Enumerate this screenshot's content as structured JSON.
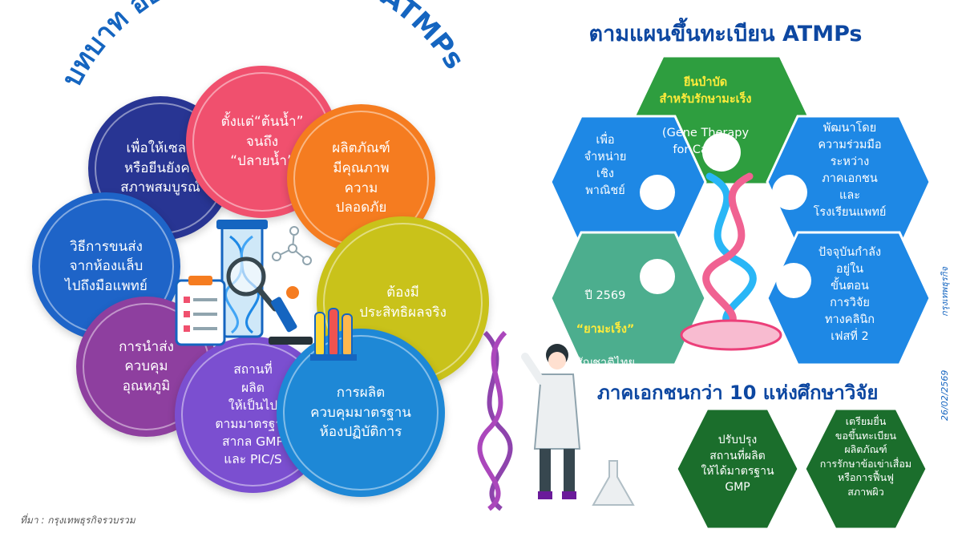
{
  "left": {
    "title": "บทบาท อย. ในการกำกับดูแล ATMPs",
    "circles": [
      {
        "text": "เพื่อให้เซลล์\nหรือยีนยังคง\nสภาพสมบูรณ์",
        "color": "#283593"
      },
      {
        "text": "ตั้งแต่“ต้นน้ำ”\nจนถึง\n“ปลายน้ำ”",
        "color": "#f0506e"
      },
      {
        "text": "ผลิตภัณฑ์\nมีคุณภาพ\nความ\nปลอดภัย",
        "color": "#f57c20"
      },
      {
        "text": "วิธีการขนส่ง\nจากห้องแล็บ\nไปถึงมือแพทย์",
        "color": "#1e64c8"
      },
      {
        "text": "ต้องมี\nประสิทธิผลจริง",
        "color": "#c9c21a"
      },
      {
        "text": "การนำส่ง\nควบคุม\nอุณหภูมิ",
        "color": "#8e3f9f"
      },
      {
        "text": "สถานที่\nผลิต\nให้เป็นไป\nตามมาตรฐาน\nสากล GMP\nและ PIC/S",
        "color": "#7b4fd0"
      },
      {
        "text": "การผลิต\nควบคุมมาตรฐาน\nห้องปฏิบัติการ",
        "color": "#1e88d6"
      }
    ]
  },
  "right": {
    "title": "ตามแผนขึ้นทะเบียน ATMPs",
    "hexes": {
      "top_highlight": "ยีนบำบัด\nสำหรับรักษามะเร็ง",
      "top_rest": "(Gene Therapy\nfor Cancer)",
      "upper_left": "เพื่อ\nจำหน่าย\nเชิง\nพาณิชย์",
      "upper_right": "พัฒนาโดย\nความร่วมมือ\nระหว่าง\nภาคเอกชน\nและ\nโรงเรียนแพทย์",
      "lower_left_pre": "ปี 2569",
      "lower_left_highlight": "“ยามะเร็ง”",
      "lower_left_post": "สัญชาติไทย",
      "lower_right": "ปัจจุบันกำลัง\nอยู่ใน\nขั้นตอน\nการวิจัย\nทางคลินิก\nเฟสที่ 2"
    },
    "subtitle": "ภาคเอกชนกว่า 10 แห่งศึกษาวิจัย",
    "green_hexes": [
      "ปรับปรุง\nสถานที่ผลิต\nให้ได้มาตรฐาน\nGMP",
      "เตรียมยื่น\nขอขึ้นทะเบียน\nผลิตภัณฑ์\nการรักษาข้อเข่าเสื่อม\nหรือการฟื้นฟู\nสภาพผิว"
    ]
  },
  "source": "ที่มา : กรุงเทพธุรกิจรวบรวม",
  "date": "26/02/2569",
  "brand": "กรุงเทพธุรกิจ",
  "colors": {
    "title_blue": "#1565c0",
    "hex_green": "#2e9e3f",
    "hex_blue": "#1e88e5",
    "hex_teal": "#4cae8e",
    "dark_green": "#1b6e2c",
    "highlight_yellow": "#ffeb3b"
  }
}
